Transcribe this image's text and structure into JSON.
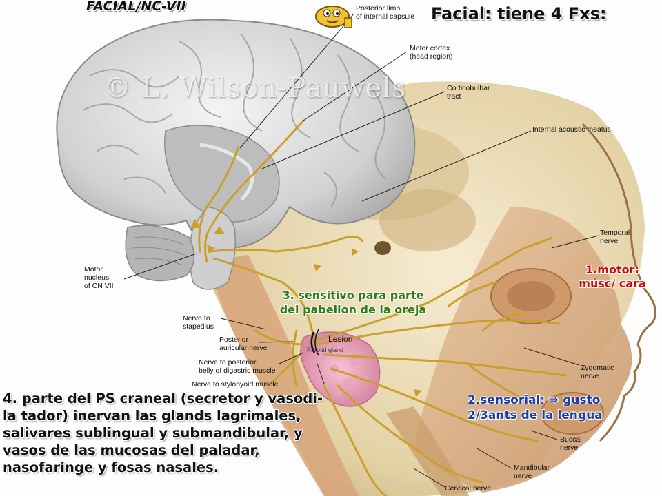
{
  "titles": {
    "left": "FACIAL/NC-VII",
    "right": "Facial: tiene 4 Fxs:"
  },
  "watermark": "© L. Wilson-Pauwels",
  "functions": {
    "motor": "1.motor:\nmúsc/ cara",
    "sensitive": "3. sensitivo para parte\ndel pabellon de la oreja",
    "sensory": "2.sensorial: ⇨ gusto\n2/3ants de la lengua",
    "parasympathetic": "4. parte del PS craneal (secretor y vasodi-\nla tador)  inervan las glands lagrimales,\nsalivares sublingual y submandibular, y\nvasos de las mucosas del paladar,\nnasofaringe y fosas nasales."
  },
  "labels": {
    "posterior_limb": "Posterior limb\nof internal capsule",
    "motor_cortex": "Motor cortex\n(head region)",
    "corticobulbar": "Corticobulbar\ntract",
    "internal_acoustic": "Internal acoustic meatus",
    "temporal_nerve": "Temporal\nnerve",
    "motor_nucleus": "Motor\nnucleus\nof CN VII",
    "nerve_stapedius": "Nerve to\nstapedius",
    "posterior_auricular": "Posterior\nauricular nerve",
    "digastric": "Nerve to posterior\nbelly of digastric muscle",
    "stylohyoid": "Nerve to stylohyoid muscle",
    "lesion": "Lesion",
    "parotid": "Parotid gland",
    "zygomatic": "Zygomatic\nnerve",
    "buccal": "Buccal\nnerve",
    "mandibular": "Mandibular\nnerve",
    "cervical": "Cervical nerve"
  },
  "colors": {
    "nerve": "#c9a02c",
    "motor_text": "#d10a0a",
    "sensitive_text": "#2f7d12",
    "sensory_text": "#1a3ea8"
  }
}
